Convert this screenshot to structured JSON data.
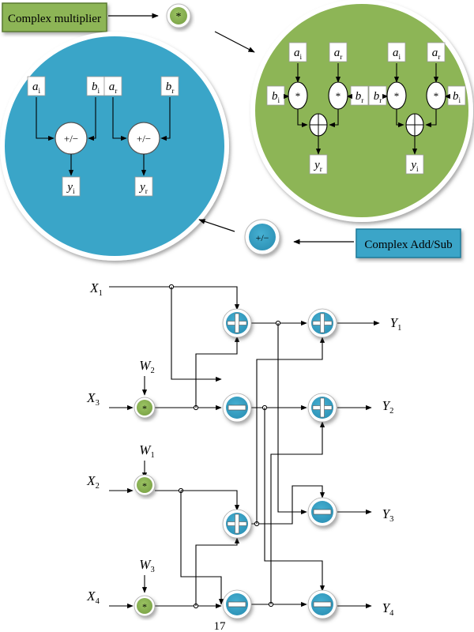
{
  "legend": {
    "multiplier_label": "Complex multiplier",
    "addsub_label": "Complex Add/Sub",
    "mult_symbol": "*",
    "addsub_symbol": "+/−"
  },
  "addsub_detail": {
    "inputs_left": [
      [
        "a",
        "i"
      ],
      [
        "b",
        "i"
      ]
    ],
    "inputs_right": [
      [
        "a",
        "r"
      ],
      [
        "b",
        "r"
      ]
    ],
    "node_symbol": "+/−",
    "outputs": [
      [
        "y",
        "i"
      ],
      [
        "y",
        "r"
      ]
    ]
  },
  "mult_detail": {
    "top_inputs": [
      [
        "a",
        "i"
      ],
      [
        "a",
        "r"
      ],
      [
        "a",
        "i"
      ],
      [
        "a",
        "r"
      ]
    ],
    "side_inputs": [
      [
        "b",
        "i"
      ],
      [
        "b",
        "r"
      ],
      [
        "b",
        "r"
      ],
      [
        "b",
        "i"
      ]
    ],
    "mult_symbol": "*",
    "outputs": [
      [
        "y",
        "r"
      ],
      [
        "y",
        "i"
      ]
    ]
  },
  "flow": {
    "inputs": [
      {
        "base": "X",
        "sub": "1"
      },
      {
        "base": "X",
        "sub": "3"
      },
      {
        "base": "X",
        "sub": "2"
      },
      {
        "base": "X",
        "sub": "4"
      }
    ],
    "twiddles": [
      {
        "base": "W",
        "sub": "2"
      },
      {
        "base": "W",
        "sub": "1"
      },
      {
        "base": "W",
        "sub": "3"
      }
    ],
    "outputs": [
      {
        "base": "Y",
        "sub": "1"
      },
      {
        "base": "Y",
        "sub": "2"
      },
      {
        "base": "Y",
        "sub": "3"
      },
      {
        "base": "Y",
        "sub": "4"
      }
    ]
  },
  "page_number": "17",
  "colors": {
    "green": "#8db556",
    "blue": "#3aa5c8",
    "line": "#000000"
  }
}
